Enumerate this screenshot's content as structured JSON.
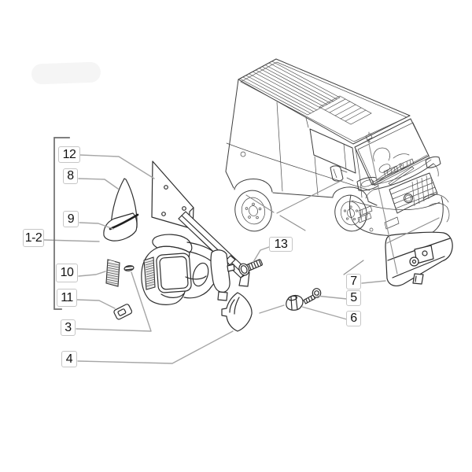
{
  "colors": {
    "background": "#ffffff",
    "vehicle_line": "#3f3f3f",
    "part_line": "#2e2e2e",
    "leader_line": "#a6a6a6",
    "bracket_line": "#6e6e6e",
    "label_border": "#c6c6c6",
    "label_text": "#111111"
  },
  "callouts": [
    {
      "id": "12",
      "label": "12"
    },
    {
      "id": "8",
      "label": "8"
    },
    {
      "id": "9",
      "label": "9"
    },
    {
      "id": "1-2",
      "label": "1-2"
    },
    {
      "id": "10",
      "label": "10"
    },
    {
      "id": "11",
      "label": "11"
    },
    {
      "id": "3",
      "label": "3"
    },
    {
      "id": "4",
      "label": "4"
    },
    {
      "id": "13",
      "label": "13"
    },
    {
      "id": "7",
      "label": "7"
    },
    {
      "id": "5",
      "label": "5"
    },
    {
      "id": "6",
      "label": "6"
    }
  ]
}
